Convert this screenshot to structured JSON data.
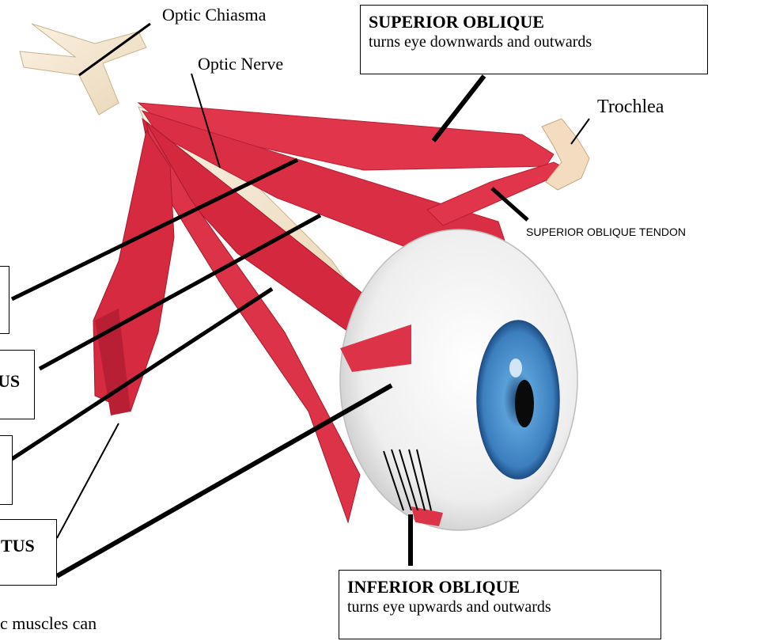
{
  "labels": {
    "optic_chiasma": "Optic Chiasma",
    "optic_nerve": "Optic Nerve",
    "trochlea": "Trochlea",
    "superior_oblique_tendon": "SUPERIOR OBLIQUE TENDON"
  },
  "boxes": {
    "superior_oblique": {
      "title": "SUPERIOR OBLIQUE",
      "desc": "turns eye downwards and outwards"
    },
    "inferior_oblique": {
      "title": "INFERIOR OBLIQUE",
      "desc": "turns eye upwards and outwards"
    },
    "partial_rectus_1": {
      "title": "US"
    },
    "partial_rectus_2": {
      "title": "TUS"
    }
  },
  "footer": {
    "partial_text": "c muscles can"
  },
  "colors": {
    "muscle": "#e0354a",
    "muscle_dark": "#b81f34",
    "nerve": "#f3e6cf",
    "eye_white": "#f4f4f4",
    "iris": "#3f84c4",
    "pupil": "#0a0a0a"
  }
}
